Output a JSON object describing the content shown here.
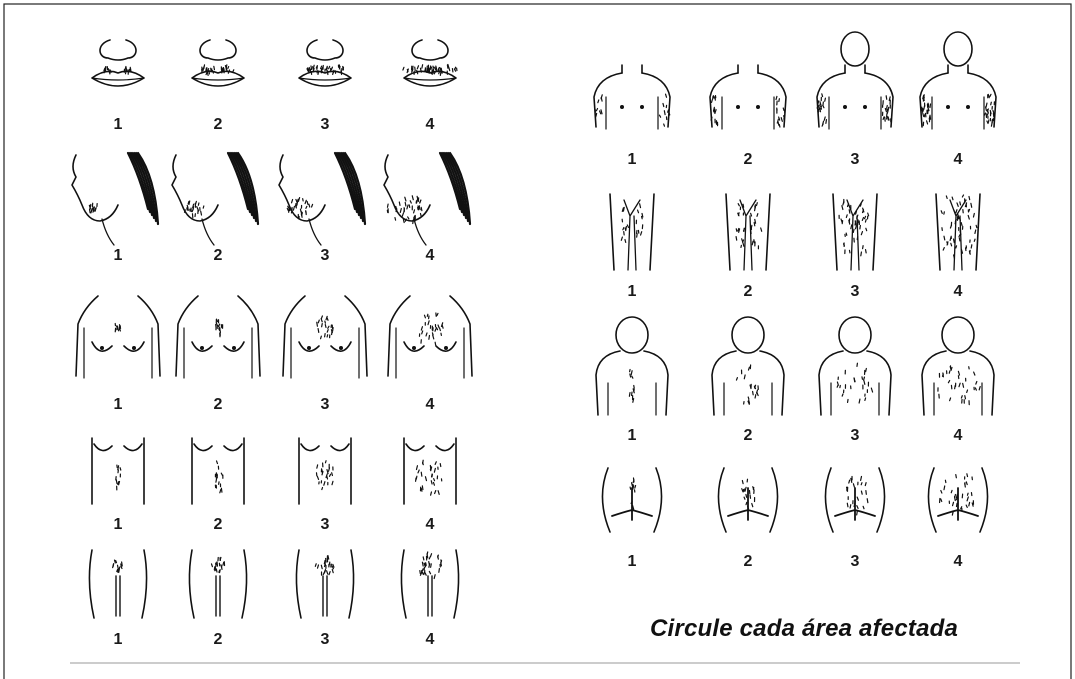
{
  "grade_labels": [
    "1",
    "2",
    "3",
    "4"
  ],
  "instruction": "Circule cada área afectada",
  "left_panel": {
    "rows": [
      {
        "region": "upper-lip",
        "grades": [
          1,
          2,
          3,
          4
        ]
      },
      {
        "region": "chin",
        "grades": [
          1,
          2,
          3,
          4
        ]
      },
      {
        "region": "chest",
        "grades": [
          1,
          2,
          3,
          4
        ]
      },
      {
        "region": "upper-abdomen",
        "grades": [
          1,
          2,
          3,
          4
        ]
      },
      {
        "region": "lower-abdomen",
        "grades": [
          1,
          2,
          3,
          4
        ]
      }
    ]
  },
  "right_panel": {
    "rows": [
      {
        "region": "upper-arms",
        "grades": [
          1,
          2,
          3,
          4
        ]
      },
      {
        "region": "thighs",
        "grades": [
          1,
          2,
          3,
          4
        ]
      },
      {
        "region": "back",
        "grades": [
          1,
          2,
          3,
          4
        ]
      },
      {
        "region": "buttocks",
        "grades": [
          1,
          2,
          3,
          4
        ]
      }
    ]
  },
  "colors": {
    "ink": "#111111",
    "background": "#ffffff",
    "border": "#222222"
  }
}
